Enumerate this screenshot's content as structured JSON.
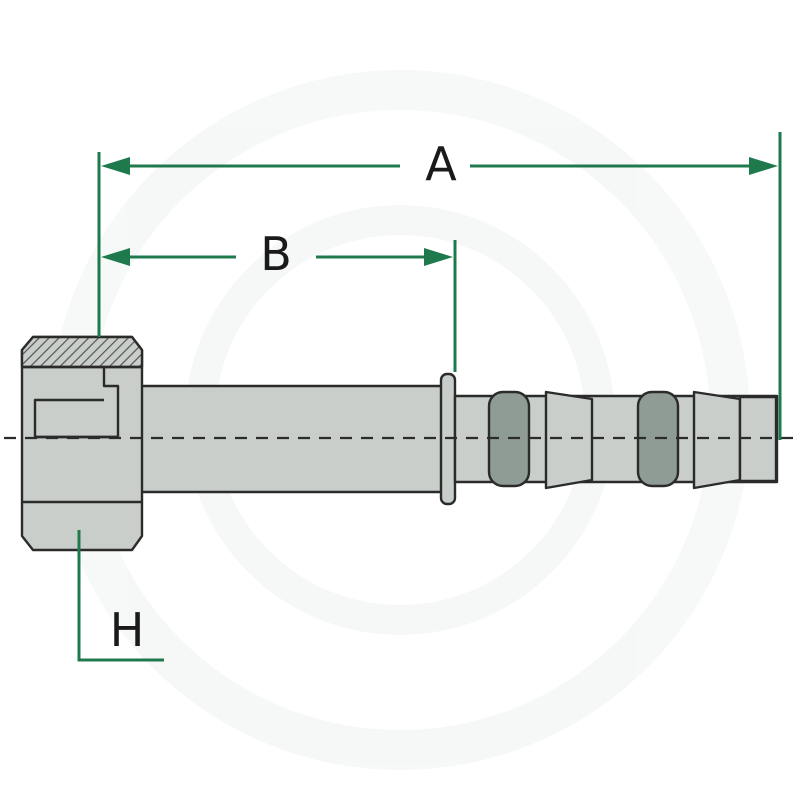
{
  "labels": {
    "dimension_a": "A",
    "dimension_b": "B",
    "dimension_h": "H"
  },
  "colors": {
    "dimension_line": "#1e7a4c",
    "part_body": "#c9ceca",
    "part_outline": "#2b2b2b",
    "seal_ring": "#8f9c95",
    "hatch": "#555555",
    "background": "#ffffff"
  }
}
